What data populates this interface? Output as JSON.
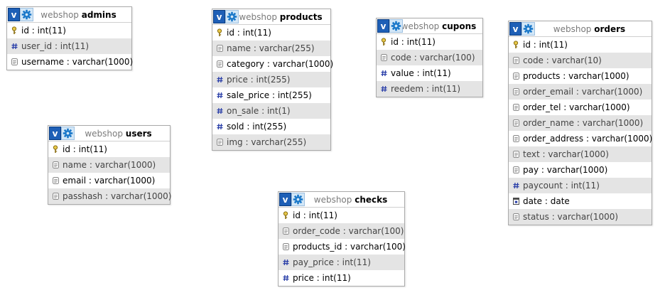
{
  "tables": [
    {
      "id": "admins",
      "db": "webshop",
      "name": "admins",
      "columns": [
        {
          "text": "id : int(11)",
          "icon": "key-icon"
        },
        {
          "text": "user_id : int(11)",
          "icon": "hash-icon"
        },
        {
          "text": "username : varchar(1000)",
          "icon": "text-icon"
        }
      ]
    },
    {
      "id": "products",
      "db": "webshop",
      "name": "products",
      "columns": [
        {
          "text": "id : int(11)",
          "icon": "key-icon"
        },
        {
          "text": "name : varchar(255)",
          "icon": "text-icon"
        },
        {
          "text": "category : varchar(1000)",
          "icon": "text-icon"
        },
        {
          "text": "price : int(255)",
          "icon": "hash-icon"
        },
        {
          "text": "sale_price : int(255)",
          "icon": "hash-icon"
        },
        {
          "text": "on_sale : int(1)",
          "icon": "hash-icon"
        },
        {
          "text": "sold : int(255)",
          "icon": "hash-icon"
        },
        {
          "text": "img : varchar(255)",
          "icon": "text-icon"
        }
      ]
    },
    {
      "id": "cupons",
      "db": "webshop",
      "name": "cupons",
      "columns": [
        {
          "text": "id : int(11)",
          "icon": "key-icon"
        },
        {
          "text": "code : varchar(100)",
          "icon": "text-icon"
        },
        {
          "text": "value : int(11)",
          "icon": "hash-icon"
        },
        {
          "text": "reedem : int(11)",
          "icon": "hash-icon"
        }
      ]
    },
    {
      "id": "orders",
      "db": "webshop",
      "name": "orders",
      "columns": [
        {
          "text": "id : int(11)",
          "icon": "key-icon"
        },
        {
          "text": "code : varchar(10)",
          "icon": "text-icon"
        },
        {
          "text": "products : varchar(1000)",
          "icon": "text-icon"
        },
        {
          "text": "order_email : varchar(1000)",
          "icon": "text-icon"
        },
        {
          "text": "order_tel : varchar(1000)",
          "icon": "text-icon"
        },
        {
          "text": "order_name : varchar(1000)",
          "icon": "text-icon"
        },
        {
          "text": "order_address : varchar(1000)",
          "icon": "text-icon"
        },
        {
          "text": "text : varchar(1000)",
          "icon": "text-icon"
        },
        {
          "text": "pay : varchar(1000)",
          "icon": "text-icon"
        },
        {
          "text": "paycount : int(11)",
          "icon": "hash-icon"
        },
        {
          "text": "date : date",
          "icon": "date-icon"
        },
        {
          "text": "status : varchar(1000)",
          "icon": "text-icon"
        }
      ]
    },
    {
      "id": "users",
      "db": "webshop",
      "name": "users",
      "columns": [
        {
          "text": "id : int(11)",
          "icon": "key-icon"
        },
        {
          "text": "name : varchar(1000)",
          "icon": "text-icon"
        },
        {
          "text": "email : varchar(1000)",
          "icon": "text-icon"
        },
        {
          "text": "passhash : varchar(1000)",
          "icon": "text-icon"
        }
      ]
    },
    {
      "id": "checks",
      "db": "webshop",
      "name": "checks",
      "columns": [
        {
          "text": "id : int(11)",
          "icon": "key-icon"
        },
        {
          "text": "order_code : varchar(100)",
          "icon": "text-icon"
        },
        {
          "text": "products_id : varchar(100)",
          "icon": "text-icon"
        },
        {
          "text": "pay_price : int(11)",
          "icon": "hash-icon"
        },
        {
          "text": "price : int(11)",
          "icon": "hash-icon"
        }
      ]
    }
  ],
  "colors": {
    "header_v": "#1e5fb6",
    "settings_bg": "#d3e7f7",
    "shade": "#e4e4e4"
  }
}
